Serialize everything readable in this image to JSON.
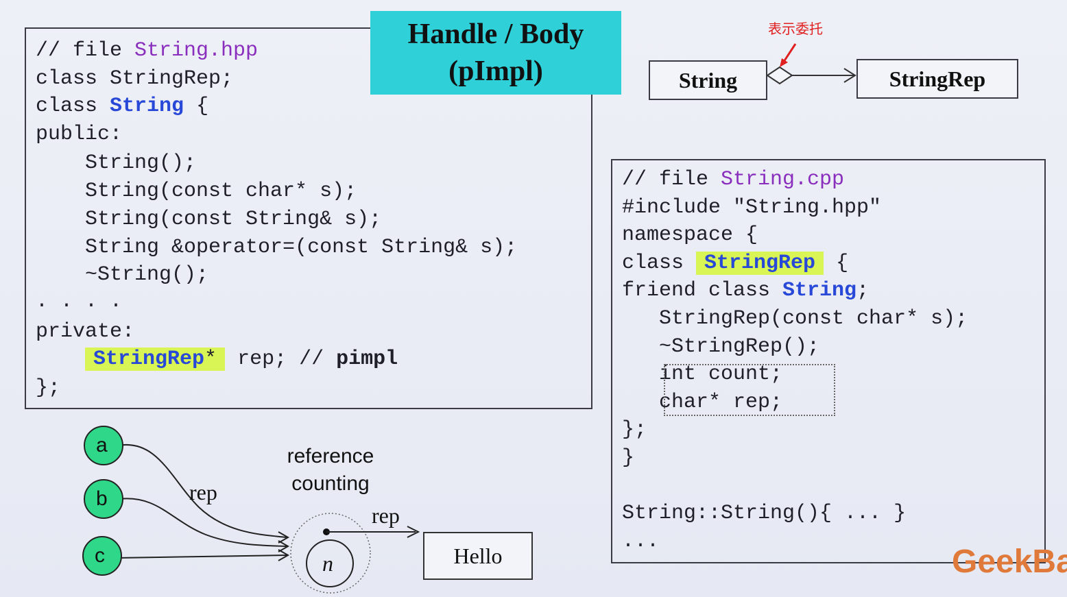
{
  "title": {
    "line1": "Handle / Body",
    "line2": "(pImpl)"
  },
  "hpp_code": {
    "l1_comment": "// file ",
    "l1_file": "String.hpp",
    "l2": "class StringRep;",
    "l3_kw": "class ",
    "l3_name": "String",
    "l3_tail": " {",
    "l4": "public:",
    "l5": "    String();",
    "l6": "    String(const char* s);",
    "l7": "    String(const String& s);",
    "l8": "    String &operator=(const String& s);",
    "l9": "    ~String();",
    "l10": ". . . .",
    "l11": "private:",
    "l12_indent": "    ",
    "l12_type": "StringRep",
    "l12_star": "*",
    "l12_rest": " rep; // ",
    "l12_pimpl": "pimpl",
    "l13": "};"
  },
  "cpp_code": {
    "l1_comment": "// file ",
    "l1_file": "String.cpp",
    "l2": "#include \"String.hpp\"",
    "l3": "namespace {",
    "l4_kw": "class ",
    "l4_name": "StringRep",
    "l4_tail": " {",
    "l5_kw": "friend class ",
    "l5_name": "String",
    "l5_tail": ";",
    "l6": "   StringRep(const char* s);",
    "l7": "   ~StringRep();",
    "l8": "   int count;",
    "l9": "   char* rep;",
    "l10": "};",
    "l11": "}",
    "l12": "String::String(){ ... }",
    "l13": "..."
  },
  "uml": {
    "left_box": "String",
    "right_box": "StringRep",
    "note": "表示委托"
  },
  "refcount": {
    "nodes": [
      "a",
      "b",
      "c"
    ],
    "rep_label_1": "rep",
    "rep_label_2": "rep",
    "title_line1": "reference",
    "title_line2": "counting",
    "counter": "n",
    "hello": "Hello"
  },
  "watermark": "GeekBa",
  "colors": {
    "title_bg": "#2fd0d8",
    "highlight": "#d8f455",
    "node_fill": "#2fd888",
    "file_name": "#8a2fbd",
    "class_name": "#2848d8",
    "note": "#e02020",
    "watermark": "#e07a3a"
  }
}
